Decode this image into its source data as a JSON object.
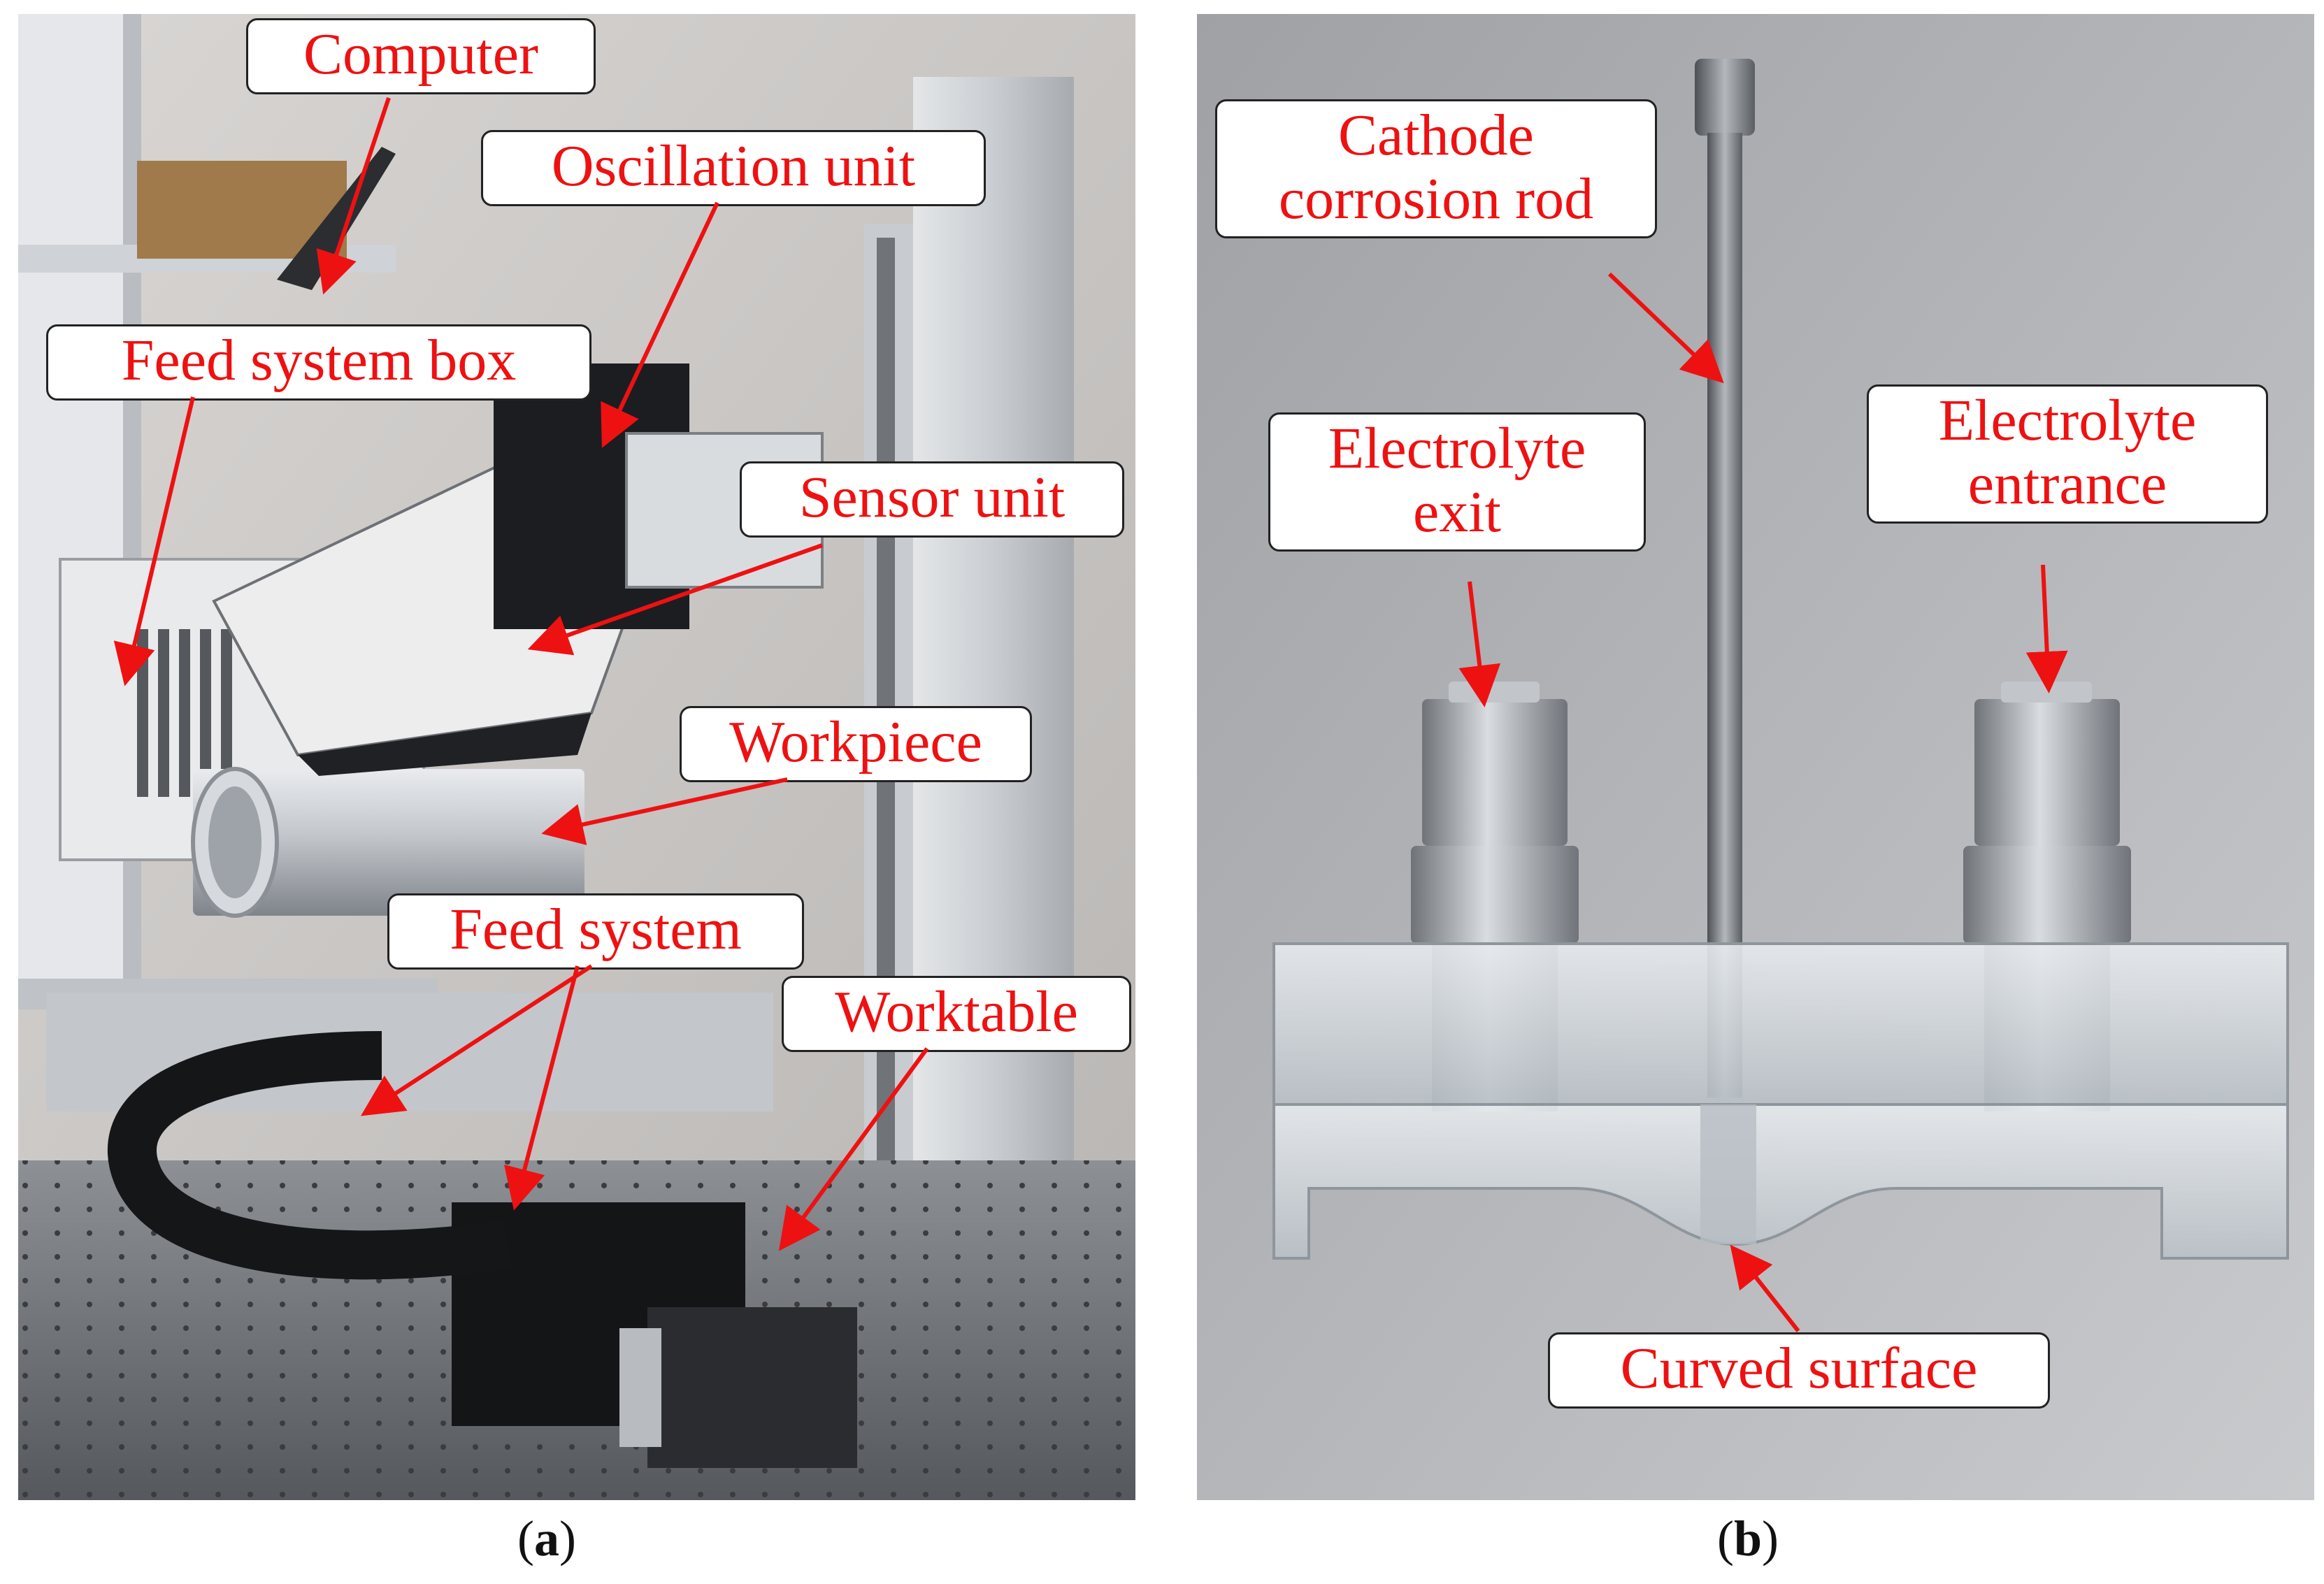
{
  "colors": {
    "label_text": "#ee1111",
    "arrow": "#ee1111",
    "callout_border": "#222222"
  },
  "panel_a": {
    "caption_letter": "a",
    "labels": {
      "computer": "Computer",
      "oscillation_unit": "Oscillation unit",
      "feed_system_box": "Feed system box",
      "sensor_unit": "Sensor unit",
      "workpiece": "Workpiece",
      "feed_system": "Feed system",
      "worktable": "Worktable"
    }
  },
  "panel_b": {
    "caption_letter": "b",
    "labels": {
      "cathode_corrosion_rod": "Cathode\ncorrosion rod",
      "electrolyte_exit": "Electrolyte\nexit",
      "electrolyte_entrance": "Electrolyte\nentrance",
      "curved_surface": "Curved surface"
    }
  }
}
